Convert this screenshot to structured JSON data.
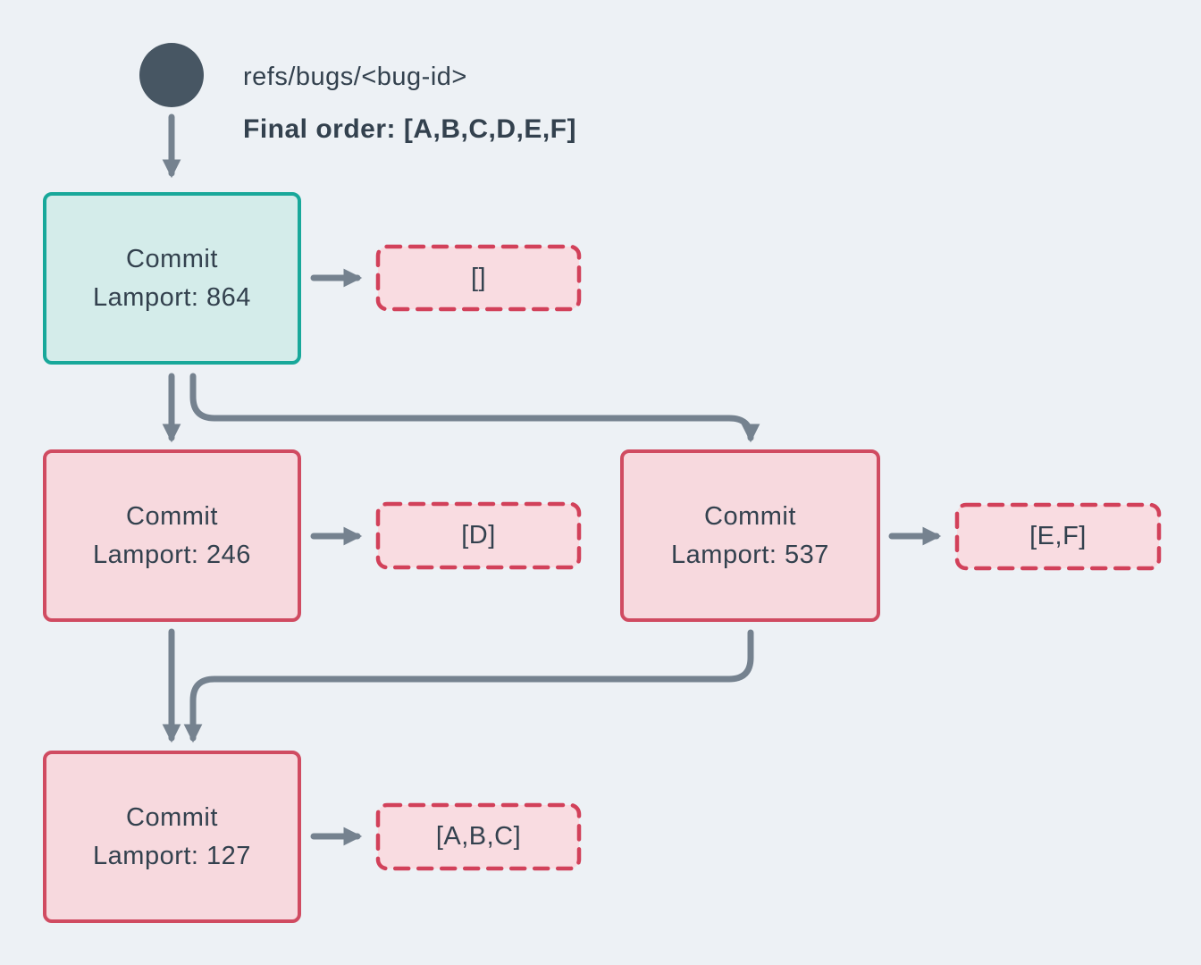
{
  "diagram": {
    "ref_label": "refs/bugs/<bug-id>",
    "final_order": "Final order: [A,B,C,D,E,F]",
    "nodes": {
      "commit864": {
        "title": "Commit",
        "lamport": "Lamport: 864",
        "ops": "[]"
      },
      "commit246": {
        "title": "Commit",
        "lamport": "Lamport: 246",
        "ops": "[D]"
      },
      "commit537": {
        "title": "Commit",
        "lamport": "Lamport: 537",
        "ops": "[E,F]"
      },
      "commit127": {
        "title": "Commit",
        "lamport": "Lamport: 127",
        "ops": "[A,B,C]"
      }
    }
  },
  "colors": {
    "background": "#edf1f5",
    "node-teal-border": "#18a89a",
    "node-teal-fill": "#d4ecea",
    "node-red-border": "#d04b61",
    "node-red-fill": "#f7d9de",
    "dashed-border": "#d2415a",
    "dashed-fill": "#f9dce1",
    "arrow": "#75828f",
    "circle": "#475663",
    "text": "#33414e"
  }
}
